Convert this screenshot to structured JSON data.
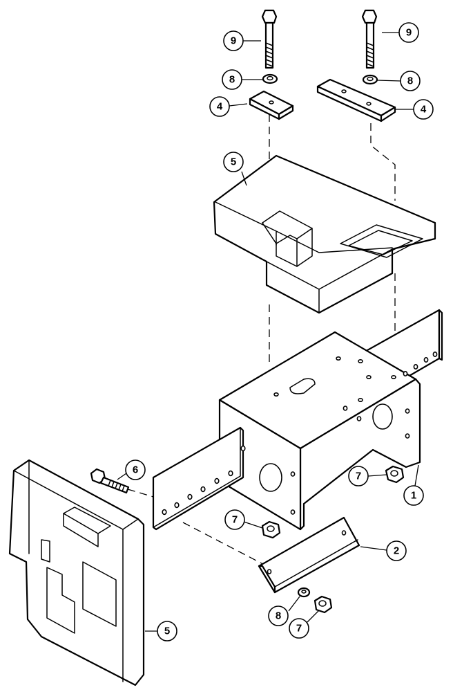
{
  "callouts": [
    {
      "id": "c9a",
      "label": "9"
    },
    {
      "id": "c9b",
      "label": "9"
    },
    {
      "id": "c8a",
      "label": "8"
    },
    {
      "id": "c8b",
      "label": "8"
    },
    {
      "id": "c4a",
      "label": "4"
    },
    {
      "id": "c4b",
      "label": "4"
    },
    {
      "id": "c5a",
      "label": "5"
    },
    {
      "id": "c6",
      "label": "6"
    },
    {
      "id": "c7a",
      "label": "7"
    },
    {
      "id": "c7b",
      "label": "7"
    },
    {
      "id": "c1",
      "label": "1"
    },
    {
      "id": "c2",
      "label": "2"
    },
    {
      "id": "c8c",
      "label": "8"
    },
    {
      "id": "c7c",
      "label": "7"
    },
    {
      "id": "c5b",
      "label": "5"
    }
  ]
}
